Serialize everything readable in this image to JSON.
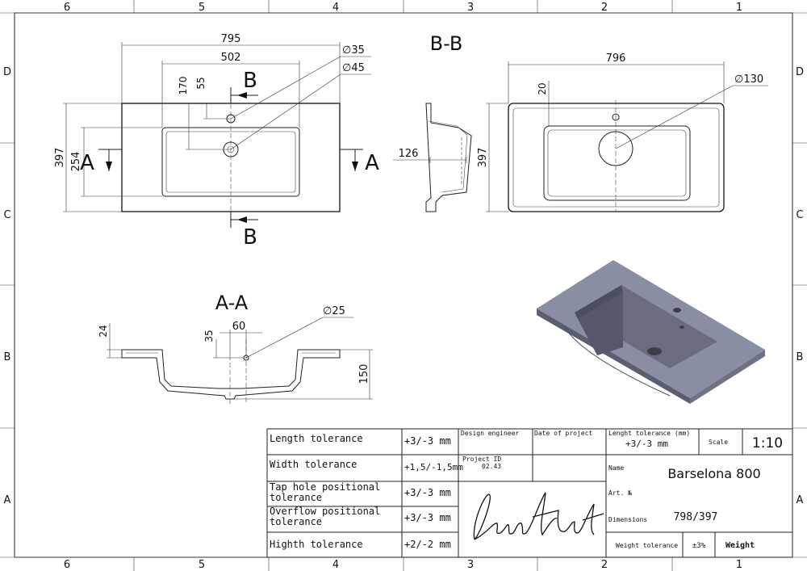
{
  "frame": {
    "columns_top": [
      "6",
      "5",
      "4",
      "3",
      "2",
      "1"
    ],
    "columns_bottom": [
      "6",
      "5",
      "4",
      "3",
      "2",
      "1"
    ],
    "rows_left": [
      "D",
      "C",
      "B",
      "A"
    ],
    "rows_right": [
      "D",
      "C",
      "B",
      "A"
    ]
  },
  "top_view": {
    "dim_795": "795",
    "dim_502": "502",
    "dim_170": "170",
    "dim_55": "55",
    "dim_397": "397",
    "dim_254": "254",
    "dia_35": "∅35",
    "dia_45": "∅45",
    "section_a_left": "A",
    "section_a_right": "A",
    "section_b_top": "B",
    "section_b_bottom": "B"
  },
  "section_bb": {
    "title": "B-B",
    "dim_126": "126"
  },
  "right_view": {
    "dim_796": "796",
    "dim_20": "20",
    "dim_397": "397",
    "dia_130": "∅130"
  },
  "section_aa": {
    "title": "A-A",
    "dim_24": "24",
    "dim_35": "35",
    "dim_60": "60",
    "dim_150": "150",
    "dia_25": "∅25"
  },
  "title_block": {
    "tolerances": [
      {
        "label": "Length tolerance",
        "value": "+3/-3 mm"
      },
      {
        "label": "Width tolerance",
        "value": "+1,5/-1,5mm"
      },
      {
        "label": "Tap hole positional tolerance",
        "value": "+3/-3 mm"
      },
      {
        "label": "Overflow positional tolerance",
        "value": "+3/-3 mm"
      },
      {
        "label": "Highth tolerance",
        "value": "+2/-2 mm"
      }
    ],
    "design_engineer_label": "Design engineer",
    "date_label": "Date of project",
    "project_id_label": "Project ID",
    "project_id_value": "02.43",
    "signature": "LunArt",
    "lenght_tol_label": "Lenght tolerance (mm)",
    "lenght_tol_value": "+3/-3 mm",
    "scale_label": "Scale",
    "scale_value": "1:10",
    "name_label": "Name",
    "name_value": "Barselona 800",
    "art_label": "Art. №",
    "dimensions_label": "Dimensions",
    "dimensions_value": "798/397",
    "weight_tol_label": "Weight tolerance",
    "weight_tol_value": "±3%",
    "weight_label": "Weight"
  }
}
